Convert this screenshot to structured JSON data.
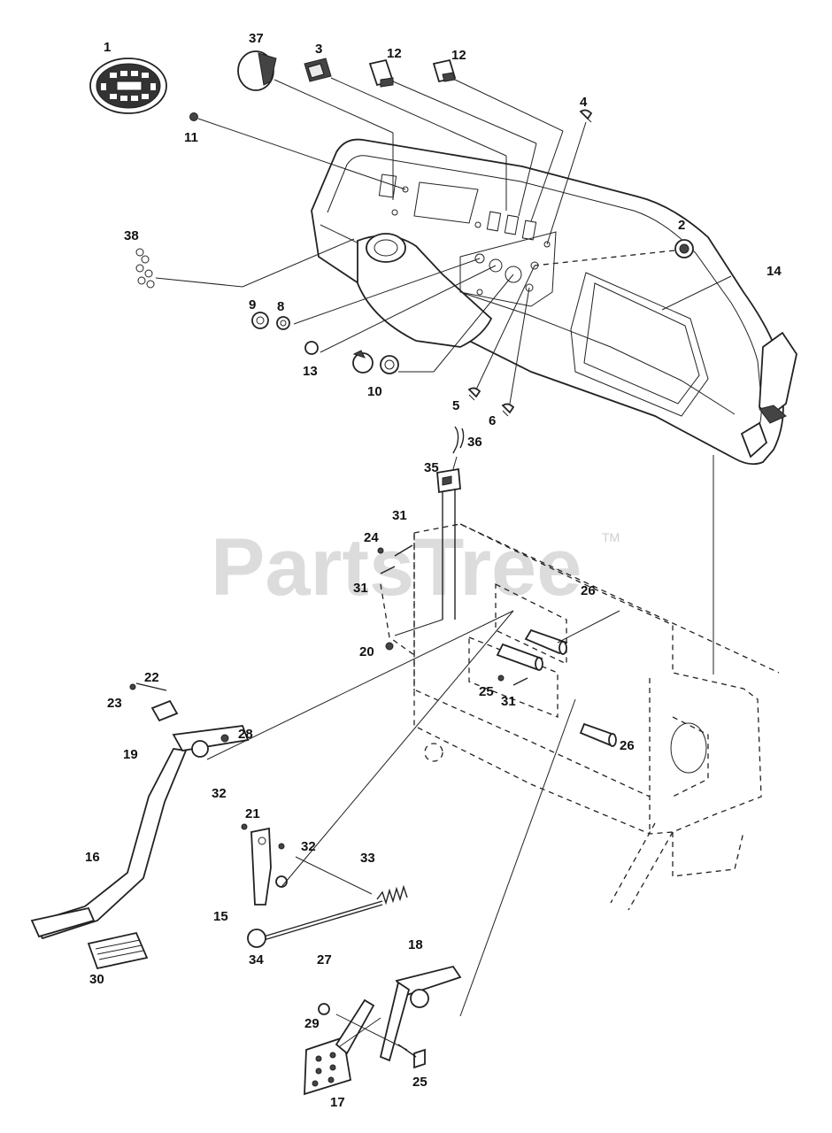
{
  "watermark": {
    "text": "PartsTree",
    "trademark": "TM"
  },
  "callouts": [
    {
      "id": "1",
      "name": "callout-1"
    },
    {
      "id": "37",
      "name": "callout-37"
    },
    {
      "id": "3",
      "name": "callout-3"
    },
    {
      "id": "12",
      "name": "callout-12-a"
    },
    {
      "id": "12",
      "name": "callout-12-b"
    },
    {
      "id": "4",
      "name": "callout-4"
    },
    {
      "id": "11",
      "name": "callout-11"
    },
    {
      "id": "2",
      "name": "callout-2"
    },
    {
      "id": "14",
      "name": "callout-14"
    },
    {
      "id": "38",
      "name": "callout-38"
    },
    {
      "id": "9",
      "name": "callout-9"
    },
    {
      "id": "8",
      "name": "callout-8"
    },
    {
      "id": "13",
      "name": "callout-13"
    },
    {
      "id": "10",
      "name": "callout-10"
    },
    {
      "id": "5",
      "name": "callout-5"
    },
    {
      "id": "6",
      "name": "callout-6"
    },
    {
      "id": "36",
      "name": "callout-36"
    },
    {
      "id": "35",
      "name": "callout-35"
    },
    {
      "id": "31",
      "name": "callout-31-a"
    },
    {
      "id": "24",
      "name": "callout-24"
    },
    {
      "id": "31",
      "name": "callout-31-b"
    },
    {
      "id": "26",
      "name": "callout-26-a"
    },
    {
      "id": "20",
      "name": "callout-20"
    },
    {
      "id": "22",
      "name": "callout-22"
    },
    {
      "id": "23",
      "name": "callout-23"
    },
    {
      "id": "25",
      "name": "callout-25-a"
    },
    {
      "id": "31",
      "name": "callout-31-c"
    },
    {
      "id": "28",
      "name": "callout-28"
    },
    {
      "id": "19",
      "name": "callout-19"
    },
    {
      "id": "26",
      "name": "callout-26-b"
    },
    {
      "id": "32",
      "name": "callout-32-a"
    },
    {
      "id": "21",
      "name": "callout-21"
    },
    {
      "id": "32",
      "name": "callout-32-b"
    },
    {
      "id": "16",
      "name": "callout-16"
    },
    {
      "id": "33",
      "name": "callout-33"
    },
    {
      "id": "15",
      "name": "callout-15"
    },
    {
      "id": "34",
      "name": "callout-34"
    },
    {
      "id": "27",
      "name": "callout-27"
    },
    {
      "id": "30",
      "name": "callout-30"
    },
    {
      "id": "18",
      "name": "callout-18"
    },
    {
      "id": "29",
      "name": "callout-29"
    },
    {
      "id": "25",
      "name": "callout-25-b"
    },
    {
      "id": "17",
      "name": "callout-17"
    }
  ]
}
